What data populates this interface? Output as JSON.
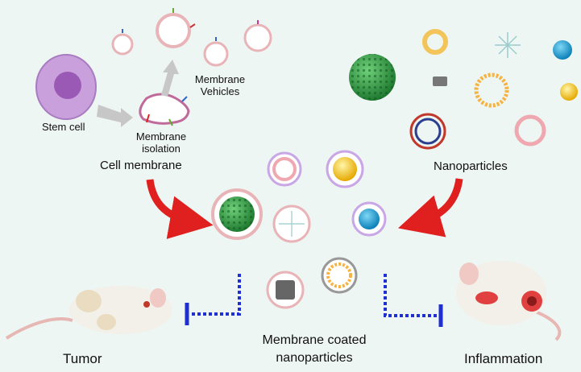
{
  "labels": {
    "stem_cell": "Stem cell",
    "membrane_vehicles_1": "Membrane",
    "membrane_vehicles_2": "Vehicles",
    "membrane_isolation_1": "Membrane",
    "membrane_isolation_2": "isolation",
    "cell_membrane": "Cell membrane",
    "nanoparticles": "Nanoparticles",
    "coated_1": "Membrane coated",
    "coated_2": "nanoparticles",
    "tumor": "Tumor",
    "inflammation": "Inflammation"
  },
  "colors": {
    "background": "#eef6f3",
    "stem_cell": "#c9a0dc",
    "nucleus": "#9b59b6",
    "membrane": "#e8b4b8",
    "arrow_red": "#e0201f",
    "inhibit_blue": "#1f2fd0",
    "grey_arrow": "#bdbdbd",
    "green_np": "#3fa34d",
    "yellow_np": "#f5c518",
    "blue_np": "#1aa3d9"
  }
}
